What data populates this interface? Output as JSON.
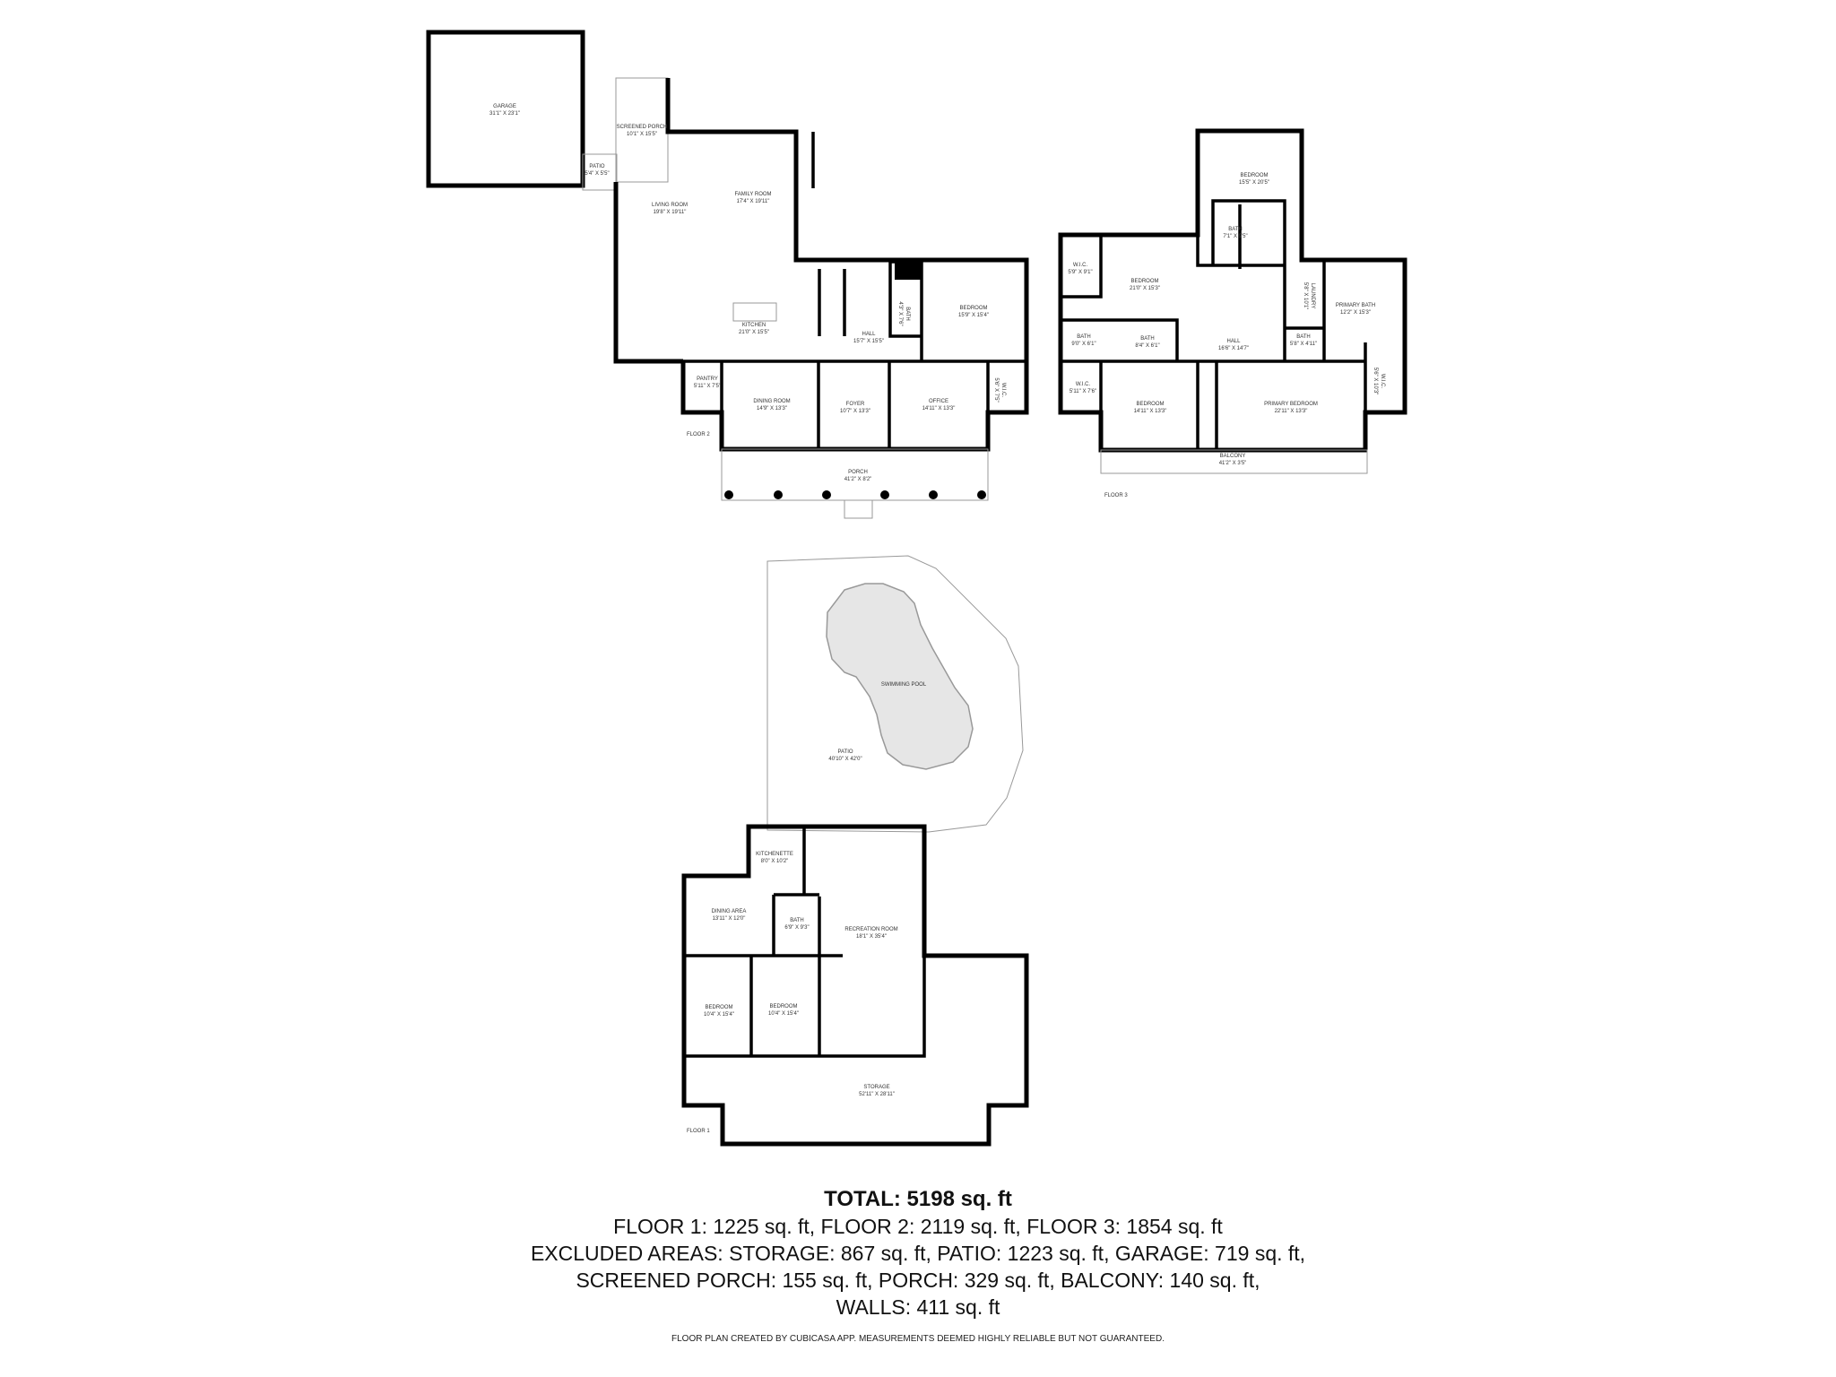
{
  "floors": [
    {
      "label": "FLOOR 2",
      "rooms": [
        {
          "name": "GARAGE",
          "dims": "31'1\" x 23'1\""
        },
        {
          "name": "PATIO",
          "dims": "5'4\" x 5'5\""
        },
        {
          "name": "SCREENED PORCH",
          "dims": "10'1\" x 15'5\""
        },
        {
          "name": "LIVING ROOM",
          "dims": "19'8\" x 19'11\""
        },
        {
          "name": "FAMILY ROOM",
          "dims": "17'4\" x 19'11\""
        },
        {
          "name": "KITCHEN",
          "dims": "21'0\" x 15'5\""
        },
        {
          "name": "HALL",
          "dims": "15'7\" x 15'5\""
        },
        {
          "name": "BATH",
          "dims": "4'3\" x 7'6\""
        },
        {
          "name": "BEDROOM",
          "dims": "15'9\" x 15'4\""
        },
        {
          "name": "PANTRY",
          "dims": "5'11\" x 7'5\""
        },
        {
          "name": "DINING ROOM",
          "dims": "14'9\" x 13'3\""
        },
        {
          "name": "FOYER",
          "dims": "10'7\" x 13'3\""
        },
        {
          "name": "OFFICE",
          "dims": "14'11\" x 13'3\""
        },
        {
          "name": "W.I.C.",
          "dims": "5'6\" x 7'5\""
        },
        {
          "name": "PORCH",
          "dims": "41'2\" x 8'2\""
        }
      ]
    },
    {
      "label": "FLOOR 3",
      "rooms": [
        {
          "name": "BEDROOM",
          "dims": "15'5\" x 20'5\""
        },
        {
          "name": "BATH",
          "dims": "7'1\" x 9'5\""
        },
        {
          "name": "W.I.C.",
          "dims": "5'9\" x 9'1\""
        },
        {
          "name": "BEDROOM",
          "dims": "21'0\" x 15'3\""
        },
        {
          "name": "LAUNDRY",
          "dims": "5'8\" x 10'1\""
        },
        {
          "name": "PRIMARY BATH",
          "dims": "12'2\" x 15'3\""
        },
        {
          "name": "BATH",
          "dims": "9'0\" x 6'1\""
        },
        {
          "name": "BATH",
          "dims": "8'4\" x 6'1\""
        },
        {
          "name": "HALL",
          "dims": "16'6\" x 14'7\""
        },
        {
          "name": "BATH",
          "dims": "5'8\" x 4'11\""
        },
        {
          "name": "W.I.C.",
          "dims": "5'11\" x 7'6\""
        },
        {
          "name": "BEDROOM",
          "dims": "14'11\" x 13'3\""
        },
        {
          "name": "PRIMARY BEDROOM",
          "dims": "22'11\" x 13'3\""
        },
        {
          "name": "W.I.C.",
          "dims": "5'6\" x 10'3\""
        },
        {
          "name": "BALCONY",
          "dims": "41'2\" x 3'5\""
        }
      ]
    },
    {
      "label": "FLOOR 1",
      "rooms": [
        {
          "name": "SWIMMING POOL",
          "dims": ""
        },
        {
          "name": "PATIO",
          "dims": "40'10\" x 42'0\""
        },
        {
          "name": "KITCHENETTE",
          "dims": "8'0\" x 10'2\""
        },
        {
          "name": "DINING AREA",
          "dims": "13'11\" x 12'0\""
        },
        {
          "name": "BATH",
          "dims": "6'9\" x 9'3\""
        },
        {
          "name": "RECREATION ROOM",
          "dims": "18'1\" x 35'4\""
        },
        {
          "name": "BEDROOM",
          "dims": "10'4\" x 15'4\""
        },
        {
          "name": "BEDROOM",
          "dims": "10'4\" x 15'4\""
        },
        {
          "name": "STORAGE",
          "dims": "52'11\" x 28'11\""
        }
      ]
    }
  ],
  "summary": {
    "total": "TOTAL: 5198 sq. ft",
    "line1": "FLOOR 1: 1225 sq. ft, FLOOR 2: 2119 sq. ft, FLOOR 3: 1854 sq. ft",
    "line2": "EXCLUDED AREAS: STORAGE: 867 sq. ft, PATIO: 1223 sq. ft, GARAGE: 719 sq. ft,",
    "line3": "SCREENED PORCH: 155 sq. ft, PORCH: 329 sq. ft, BALCONY: 140 sq. ft,",
    "line4": "WALLS: 411 sq. ft"
  },
  "footnote": "FLOOR PLAN CREATED BY CUBICASA APP. MEASUREMENTS DEEMED HIGHLY RELIABLE BUT NOT GUARANTEED."
}
